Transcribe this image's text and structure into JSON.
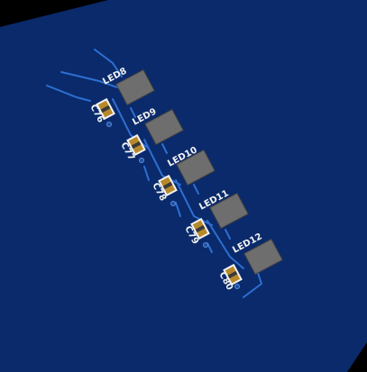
{
  "viewer": {
    "background_color": "#000000",
    "board_color": "#0a2a6b",
    "trace_color": "#2d6fd0",
    "led_body_color": "#6e6e6e",
    "cap_body_color": "#b8892a",
    "silk_color": "#f2f2f2"
  },
  "components": {
    "leds": [
      {
        "ref": "LED8"
      },
      {
        "ref": "LED9"
      },
      {
        "ref": "LED10"
      },
      {
        "ref": "LED11"
      },
      {
        "ref": "LED12"
      }
    ],
    "caps": [
      {
        "ref": "C76"
      },
      {
        "ref": "C77"
      },
      {
        "ref": "C78"
      },
      {
        "ref": "C79"
      },
      {
        "ref": "C80"
      }
    ]
  }
}
